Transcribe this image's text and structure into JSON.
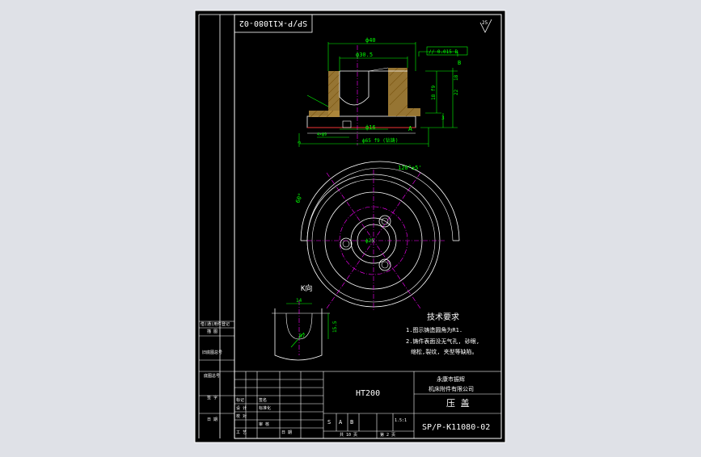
{
  "colors": {
    "background": "#dfe1e7",
    "sheet": "#000000",
    "frame": "#ffffff",
    "dimension": "#00ff00",
    "centerline": "#ff00ff",
    "section_hatch": "#ff0000",
    "outline_fill": "#b08a3c"
  },
  "title_block_code_rotated": "SP/P-K11080-02",
  "roughness_mark": "25",
  "view_label": "K向",
  "tech_requirements": {
    "title": "技术要求",
    "line1": "1.图示铸造圆角为R1.",
    "line2": "2.铸件表面没无气孔, 砂眼,",
    "line3": "缩松,裂纹, 夹型等缺陷。"
  },
  "dimensions": {
    "phi40": "ф40",
    "phi30_5": "ф30.5",
    "phi16": "ф16",
    "phi65": "ф65 f9 (钻铸)",
    "tolerance": "// 0.015 B",
    "bore_dia": "ф25",
    "angle_120": "120°±5'",
    "angle_60": "60°",
    "k_14": "14",
    "k_15_5": "15.5",
    "k_r": "R7",
    "side_22": "22",
    "side_18": "18",
    "side_fit": "18 f9",
    "side_3": "3",
    "chamfer": "4×ф9",
    "datum_a": "A",
    "datum_b": "B",
    "base_3": "3"
  },
  "title_block": {
    "material": "HT200",
    "company_line1": "永康市振辉",
    "company_line2": "机床附件有限公司",
    "part_name": "压 盖",
    "drawing_no": "SP/P-K11080-02",
    "scale": "1.5:1",
    "stage_s": "S",
    "stage_a": "A",
    "stage_b": "B"
  },
  "left_strip_labels": [
    "借(通)用件登记",
    "描 图",
    "旧底图总号",
    "底图总号",
    "签 字",
    "日 期"
  ],
  "bottom_table_labels": {
    "design": "设 计",
    "check": "校 对",
    "process": "工 艺",
    "mark_count": "标记",
    "sign": "签名",
    "date": "日 期",
    "std": "标准化",
    "approve": "审 核",
    "total": "共 10 页",
    "sheet": "第 2 页"
  }
}
